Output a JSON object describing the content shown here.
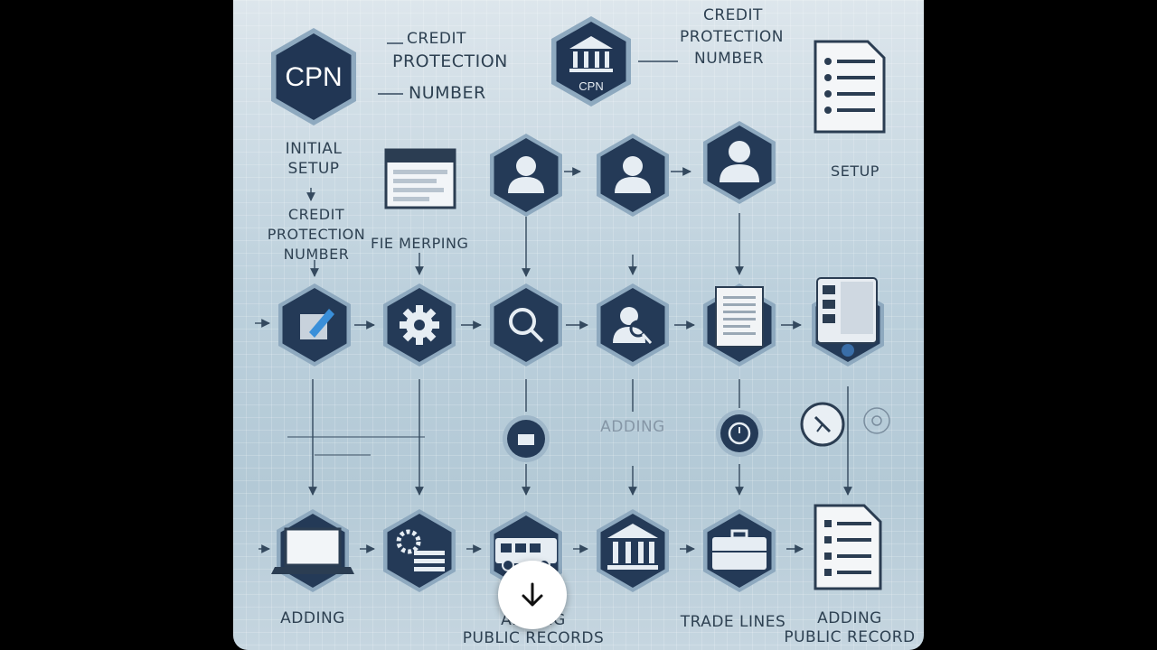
{
  "labels": {
    "cpn_badge": "CPN",
    "top_left_line1": "CREDIT",
    "top_left_line2": "PROTECTION",
    "top_left_line3": "NUMBER",
    "bank_badge": "CPN",
    "top_right_line1": "CREDIT",
    "top_right_line2": "PROTECTION",
    "top_right_line3": "NUMBER",
    "initial_setup_1": "INITIAL",
    "initial_setup_2": "SETUP",
    "setup": "SETUP",
    "credit_pn_1": "CREDIT",
    "credit_pn_2": "PROTECTION",
    "credit_pn_3": "NUMBER",
    "file_merging": "FIE MERPING",
    "adding_mid": "ADDING",
    "adding_bottom": "ADDING",
    "adding_public_1": "ADDING",
    "adding_public_2": "PUBLIC RECORDS",
    "trade_lines": "TRADE LINES",
    "adding_public_record_1": "ADDING",
    "adding_public_record_2": "PUBLIC RECORD"
  },
  "icons": {
    "row1": [
      "browser-window-icon",
      "user-icon",
      "user-icon",
      "user-icon"
    ],
    "row2": [
      "edit-document-icon",
      "gear-icon",
      "search-icon",
      "user-search-icon",
      "document-icon",
      "tablet-icon"
    ],
    "row3": [
      "laptop-icon",
      "gear-list-icon",
      "vehicle-icon",
      "bank-icon",
      "briefcase-icon",
      "checklist-icon"
    ]
  },
  "download_button": {
    "icon": "arrow-down-icon"
  },
  "colors": {
    "hex_fill": "#243a57",
    "hex_border": "#8aa6bd",
    "text": "#2e4152",
    "arrow": "#34495e"
  }
}
